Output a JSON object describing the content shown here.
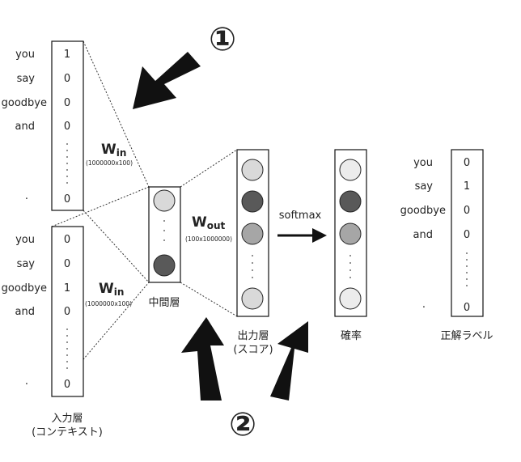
{
  "markers": {
    "one": "①",
    "two": "②"
  },
  "input_top": {
    "words": [
      "you",
      "say",
      "goodbye",
      "and",
      "·"
    ],
    "values": [
      "1",
      "0",
      "0",
      "0",
      "0"
    ]
  },
  "input_bottom": {
    "words": [
      "you",
      "say",
      "goodbye",
      "and",
      "·"
    ],
    "values": [
      "0",
      "0",
      "1",
      "0",
      "0"
    ]
  },
  "w_in": {
    "base": "W",
    "sub": "in",
    "dims": "(1000000x100)"
  },
  "w_out": {
    "base": "W",
    "sub": "out",
    "dims": "(100x1000000)"
  },
  "softmax_label": "softmax",
  "labels": {
    "middle": "中間層",
    "output_line1": "出力層",
    "output_line2": "(スコア)",
    "probability": "確率",
    "correct_label": "正解ラベル",
    "input_line1": "入力層",
    "input_line2": "(コンテキスト)"
  },
  "answer": {
    "words": [
      "you",
      "say",
      "goodbye",
      "and",
      "·"
    ],
    "values": [
      "0",
      "1",
      "0",
      "0",
      "0"
    ]
  },
  "colors": {
    "light": "#d9d9d9",
    "dark": "#595959",
    "mid": "#a6a6a6",
    "lighter": "#ececec",
    "arrow": "#111111"
  }
}
